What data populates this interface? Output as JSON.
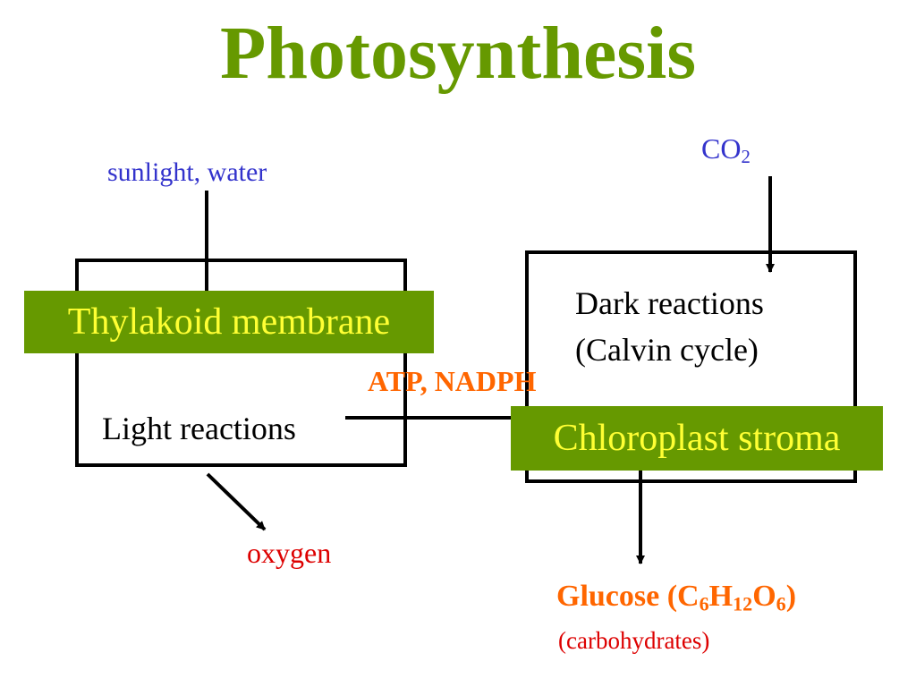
{
  "title": "Photosynthesis",
  "inputs": {
    "sunlight_water": "sunlight, water",
    "co2": {
      "base": "CO",
      "sub": "2"
    }
  },
  "thylakoid": {
    "label": "Thylakoid membrane",
    "reaction": "Light reactions"
  },
  "stroma": {
    "label": "Chloroplast stroma",
    "reaction_line1": "Dark reactions",
    "reaction_line2": "(Calvin cycle)"
  },
  "intermediate": "ATP, NADPH",
  "outputs": {
    "oxygen": "oxygen",
    "glucose": {
      "prefix": "Glucose (C",
      "c_sub": "6",
      "h": "H",
      "h_sub": "12",
      "o": "O",
      "o_sub": "6",
      "suffix": ")"
    },
    "carbohydrates": "(carbohydrates)"
  },
  "colors": {
    "title": "#669900",
    "green_box": "#669900",
    "green_box_text": "#ffff33",
    "blue_text": "#3333cc",
    "orange_text": "#ff6600",
    "red_text": "#dd0000",
    "lines": "#000000"
  }
}
